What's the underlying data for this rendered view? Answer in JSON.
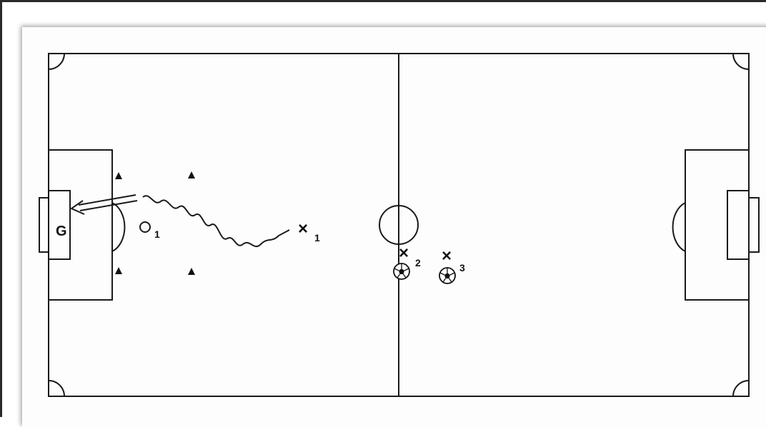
{
  "colors": {
    "line": "#1a1a1a",
    "paper": "#fdfdfd",
    "frame": "#2a2a2a"
  },
  "goalkeeper": {
    "label": "G"
  },
  "players": {
    "defender": {
      "symbol": "O",
      "number": "1"
    },
    "attackers": [
      {
        "symbol": "×",
        "number": "1"
      },
      {
        "symbol": "×",
        "number": "2"
      },
      {
        "symbol": "×",
        "number": "3"
      }
    ]
  },
  "icons": [
    "cone-icon",
    "ball-icon",
    "dribble-path",
    "shot-arrow"
  ]
}
